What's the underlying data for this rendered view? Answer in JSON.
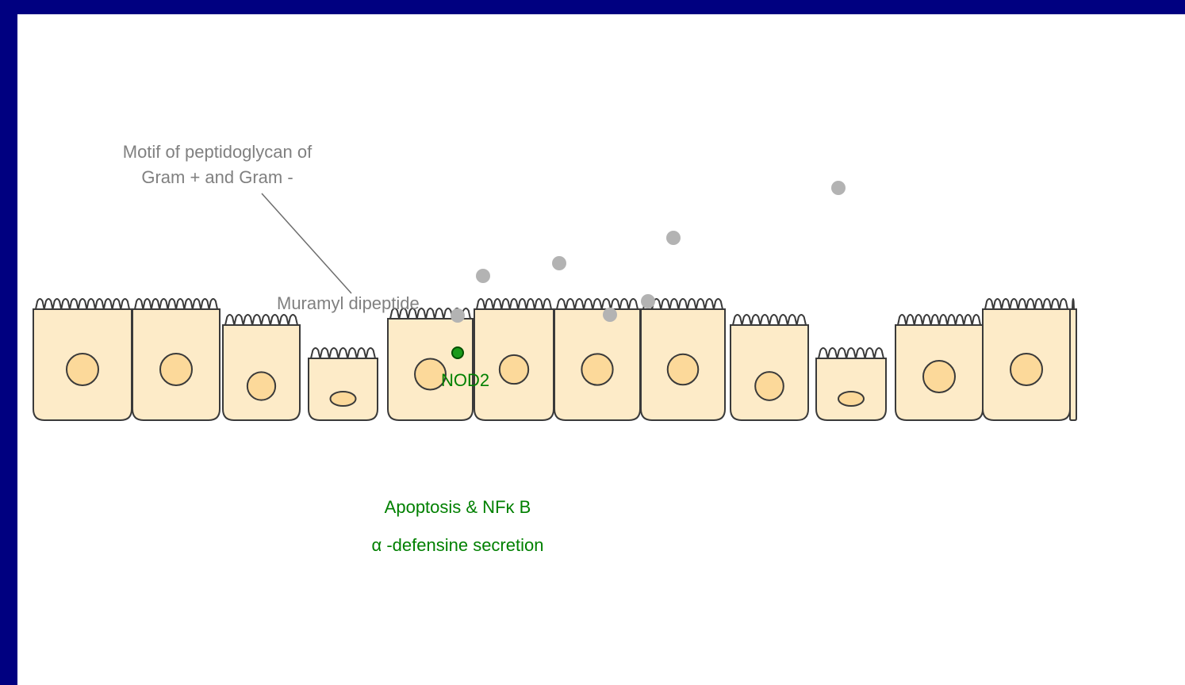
{
  "colors": {
    "frame": "#000080",
    "background": "#ffffff",
    "cell_fill": "#fdebc8",
    "nucleus_fill": "#fcd99a",
    "outline": "#3a3a3a",
    "particle": "#b3b3b3",
    "gray_text": "#808080",
    "nod2_green": "#008000"
  },
  "labels": {
    "motif_line1": "Motif of peptidoglycan of",
    "motif_line2": "Gram + and Gram -",
    "muramyl": "Muramyl dipeptide",
    "nod2": "NOD2",
    "apoptosis": "Apoptosis & NFκ B",
    "defensine": "α -defensine secretion"
  },
  "epithelium": {
    "cell_count": 13,
    "tall_cells": 9,
    "goblet_like_cells": 4
  }
}
